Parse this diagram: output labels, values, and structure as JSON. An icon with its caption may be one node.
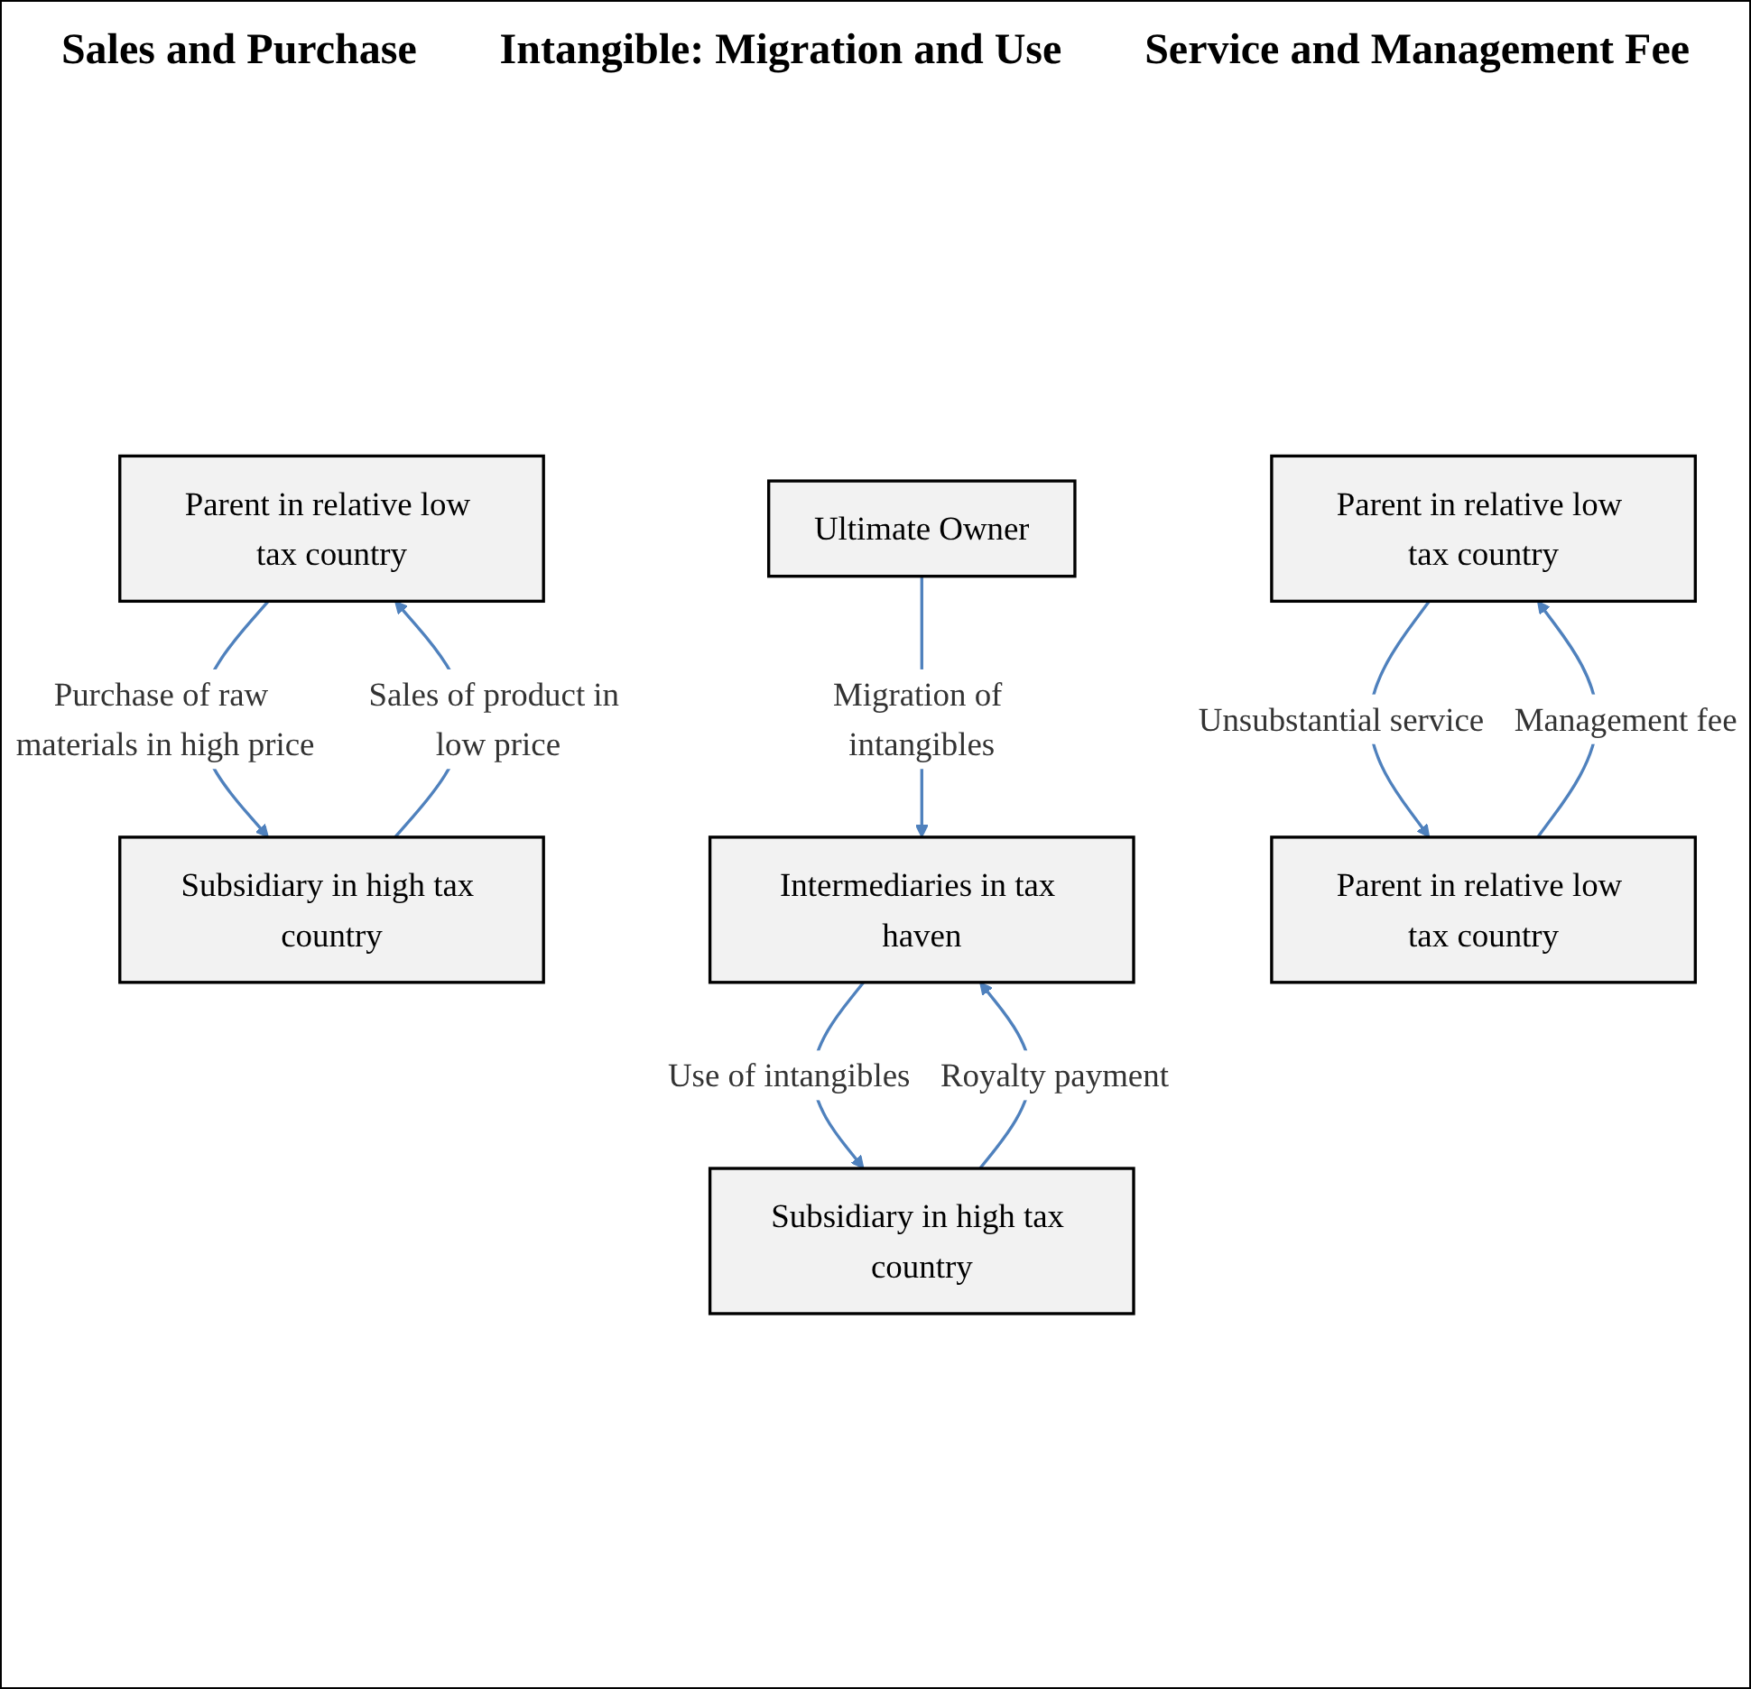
{
  "diagram": {
    "nodes": [
      {
        "text": [
          "Parent in relative low tax country"
        ]
      },
      {
        "text": [
          "Subsidiary in high tax country"
        ]
      },
      {
        "text": [
          "Ultimate Owner"
        ]
      },
      {
        "text": [
          "Intermediaries in tax haven"
        ]
      },
      {
        "text": [
          "Subsidiary in high tax country"
        ]
      },
      {
        "text": [
          "Parent in relative low tax country"
        ]
      },
      {
        "text": [
          "Parent in relative low tax country"
        ]
      }
    ],
    "edges": [
      {
        "from": 1,
        "to": 0,
        "arrow": "to",
        "label": "Sales of product in low price"
      },
      {
        "from": 0,
        "to": 1,
        "arrow": "to",
        "label": "Purchase of raw materials in high price"
      },
      {
        "from": 2,
        "to": 3,
        "arrow": "to",
        "label": "Migration of intangibles"
      },
      {
        "from": 4,
        "to": 3,
        "arrow": "to",
        "label": "Royalty payment"
      },
      {
        "from": 3,
        "to": 4,
        "arrow": "to",
        "label": "Use of intangibles"
      },
      {
        "from": 5,
        "to": 6,
        "arrow": "to",
        "label": "Unsubstantial service"
      },
      {
        "from": 6,
        "to": 5,
        "arrow": "to",
        "label": "Management fee"
      }
    ],
    "labels": [
      "Sales and Purchase",
      "Intangible: Migration and Use",
      "Service and Management Fee"
    ]
  }
}
